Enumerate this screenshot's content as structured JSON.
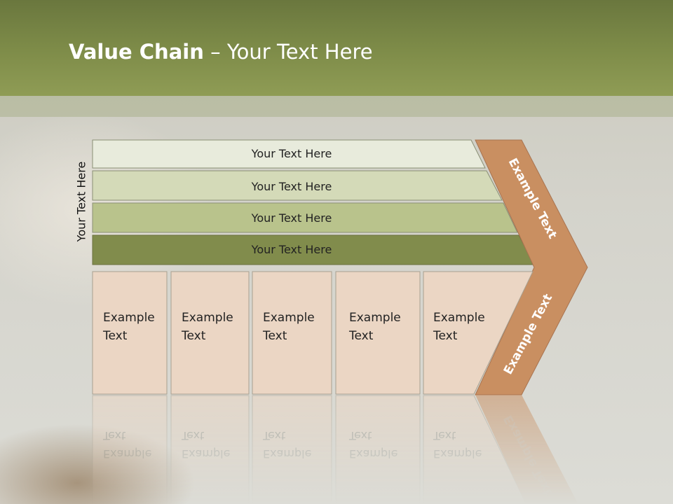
{
  "slide": {
    "title_bold": "Value Chain",
    "title_sep": " – ",
    "title_rest": "Your Text Here",
    "side_label": "Your Text Here"
  },
  "bars": [
    {
      "label": "Your Text Here",
      "color": "#e8ebdc"
    },
    {
      "label": "Your Text Here",
      "color": "#d4dab8"
    },
    {
      "label": "Your Text Here",
      "color": "#b9c38c"
    },
    {
      "label": "Your Text Here",
      "color": "#818c4c"
    }
  ],
  "activities": [
    {
      "line1": "Example",
      "line2": "Text"
    },
    {
      "line1": "Example",
      "line2": "Text"
    },
    {
      "line1": "Example",
      "line2": "Text"
    },
    {
      "line1": "Example",
      "line2": "Text"
    },
    {
      "line1": "Example",
      "line2": "Text"
    }
  ],
  "arrow": {
    "upper_label": "Example Text",
    "lower_label": "Example Text",
    "fill": "#c98f61",
    "box_fill": "#ebd6c4"
  }
}
